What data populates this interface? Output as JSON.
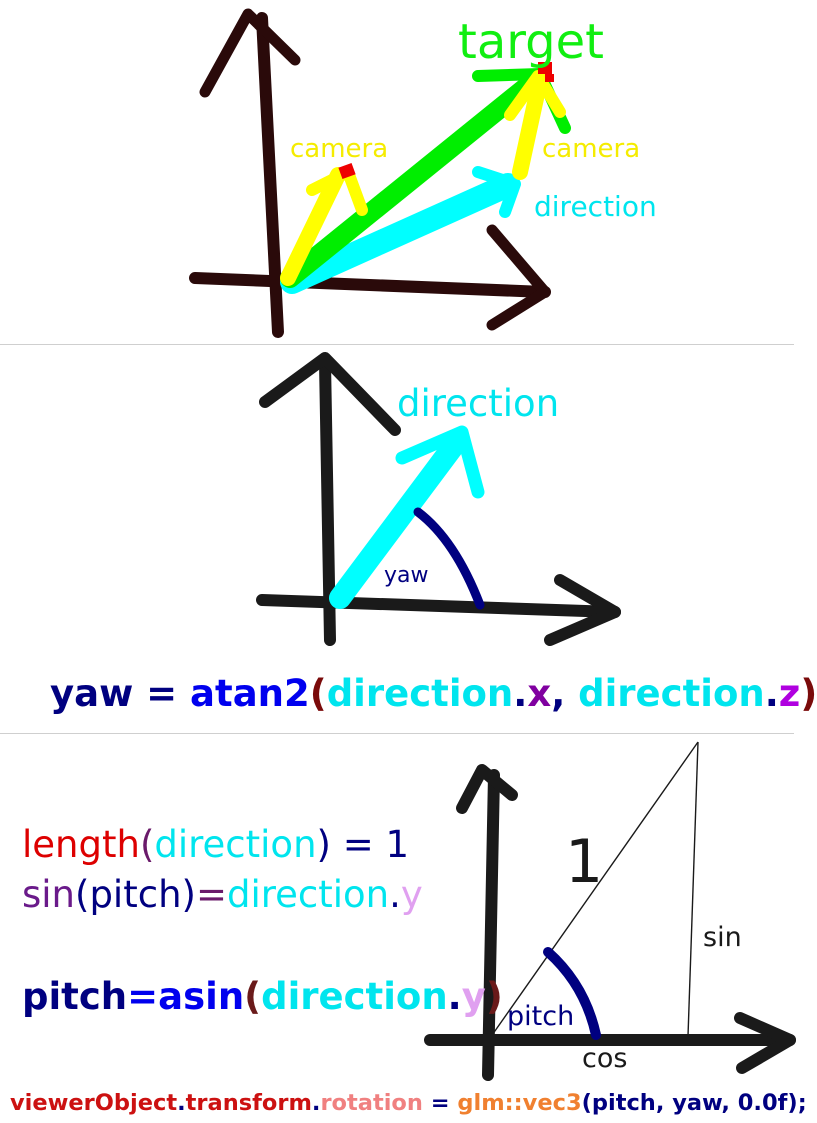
{
  "panel1": {
    "target_label": "target",
    "camera_left_label": "camera",
    "camera_right_label": "camera",
    "direction_label": "direction"
  },
  "panel2": {
    "direction_label": "direction",
    "yaw_label": "yaw",
    "formula": [
      {
        "text": "yaw",
        "color": "#000080"
      },
      {
        "text": " = ",
        "color": "#000080"
      },
      {
        "text": "atan2",
        "color": "#0000ee"
      },
      {
        "text": "(",
        "color": "#7a0a0a"
      },
      {
        "text": "direction",
        "color": "#00e5ee"
      },
      {
        "text": ".",
        "color": "#000080"
      },
      {
        "text": "x",
        "color": "#8000a0"
      },
      {
        "text": ", ",
        "color": "#000080"
      },
      {
        "text": "direction",
        "color": "#00e5ee"
      },
      {
        "text": ".",
        "color": "#000080"
      },
      {
        "text": "z",
        "color": "#b000e0"
      },
      {
        "text": ")",
        "color": "#7a0a0a"
      }
    ]
  },
  "panel3": {
    "line1": [
      {
        "text": "length",
        "color": "#dd0000"
      },
      {
        "text": "(",
        "color": "#6a1a6a"
      },
      {
        "text": "direction",
        "color": "#00e5ee"
      },
      {
        "text": ") = 1",
        "color": "#000080"
      }
    ],
    "line2": [
      {
        "text": "sin",
        "color": "#6a1a8a"
      },
      {
        "text": "(pitch)",
        "color": "#000080"
      },
      {
        "text": "=",
        "color": "#6a1a6a"
      },
      {
        "text": "direction",
        "color": "#00e5ee"
      },
      {
        "text": ".",
        "color": "#000080"
      },
      {
        "text": "y",
        "color": "#e0a0f0"
      }
    ],
    "line3": [
      {
        "text": "pitch",
        "color": "#000080"
      },
      {
        "text": "=",
        "color": "#0000ee"
      },
      {
        "text": "asin",
        "color": "#0000ee"
      },
      {
        "text": "(",
        "color": "#6a1a1a"
      },
      {
        "text": "direction",
        "color": "#00e5ee"
      },
      {
        "text": ".",
        "color": "#000080"
      },
      {
        "text": "y",
        "color": "#e0a0f0"
      },
      {
        "text": ")",
        "color": "#6a1a1a"
      }
    ],
    "hyp_label": "1",
    "sin_label": "sin",
    "cos_label": "cos",
    "pitch_label": "pitch"
  },
  "footer": [
    {
      "text": "viewerObject",
      "color": "#cc1111"
    },
    {
      "text": ".",
      "color": "#000080"
    },
    {
      "text": "transform",
      "color": "#cc1111"
    },
    {
      "text": ".",
      "color": "#000080"
    },
    {
      "text": "rotation",
      "color": "#f08080"
    },
    {
      "text": " = ",
      "color": "#000080"
    },
    {
      "text": "glm::vec3",
      "color": "#f08030"
    },
    {
      "text": "(pitch, yaw, 0.0f);",
      "color": "#000080"
    }
  ]
}
